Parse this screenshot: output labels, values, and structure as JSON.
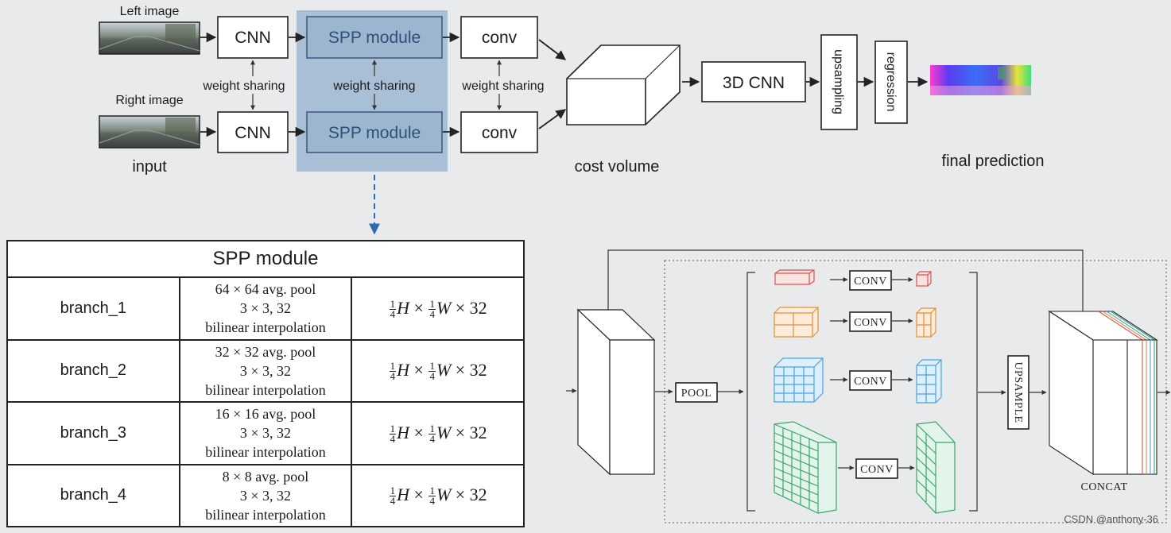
{
  "pipeline": {
    "left_image_label": "Left image",
    "right_image_label": "Right image",
    "input_label": "input",
    "cnn_label": "CNN",
    "spp_label": "SPP module",
    "conv_label": "conv",
    "weight_sharing_label": "weight sharing",
    "cost_volume_label": "cost volume",
    "cnn3d_label": "3D CNN",
    "upsampling_label": "upsampling",
    "regression_label": "regression",
    "final_prediction_label": "final prediction"
  },
  "spp_table": {
    "title": "SPP module",
    "conv_op": "3 × 3, 32",
    "interp_op": "bilinear interpolation",
    "output_shape": [
      "H",
      "×",
      "W",
      "× 32"
    ],
    "quarter": {
      "num": "1",
      "den": "4"
    },
    "rows": [
      {
        "branch": "branch_1",
        "pool": "64 × 64 avg. pool"
      },
      {
        "branch": "branch_2",
        "pool": "32 × 32 avg. pool"
      },
      {
        "branch": "branch_3",
        "pool": "16 × 16 avg. pool"
      },
      {
        "branch": "branch_4",
        "pool": "8 × 8 avg. pool"
      }
    ]
  },
  "pyramid": {
    "pool_label": "POOL",
    "conv_label": "CONV",
    "upsample_label": "UPSAMPLE",
    "concat_label": "CONCAT"
  },
  "watermark": "CSDN @anthony-36",
  "colors": {
    "spp_highlight": "#a9bfd6",
    "spp_box": "#9db6cf",
    "arrow_blue": "#2b6cb0",
    "branch_1": "#d9534f",
    "branch_2": "#e0903c",
    "branch_3": "#4aa3d8",
    "branch_4": "#3aa56a"
  }
}
